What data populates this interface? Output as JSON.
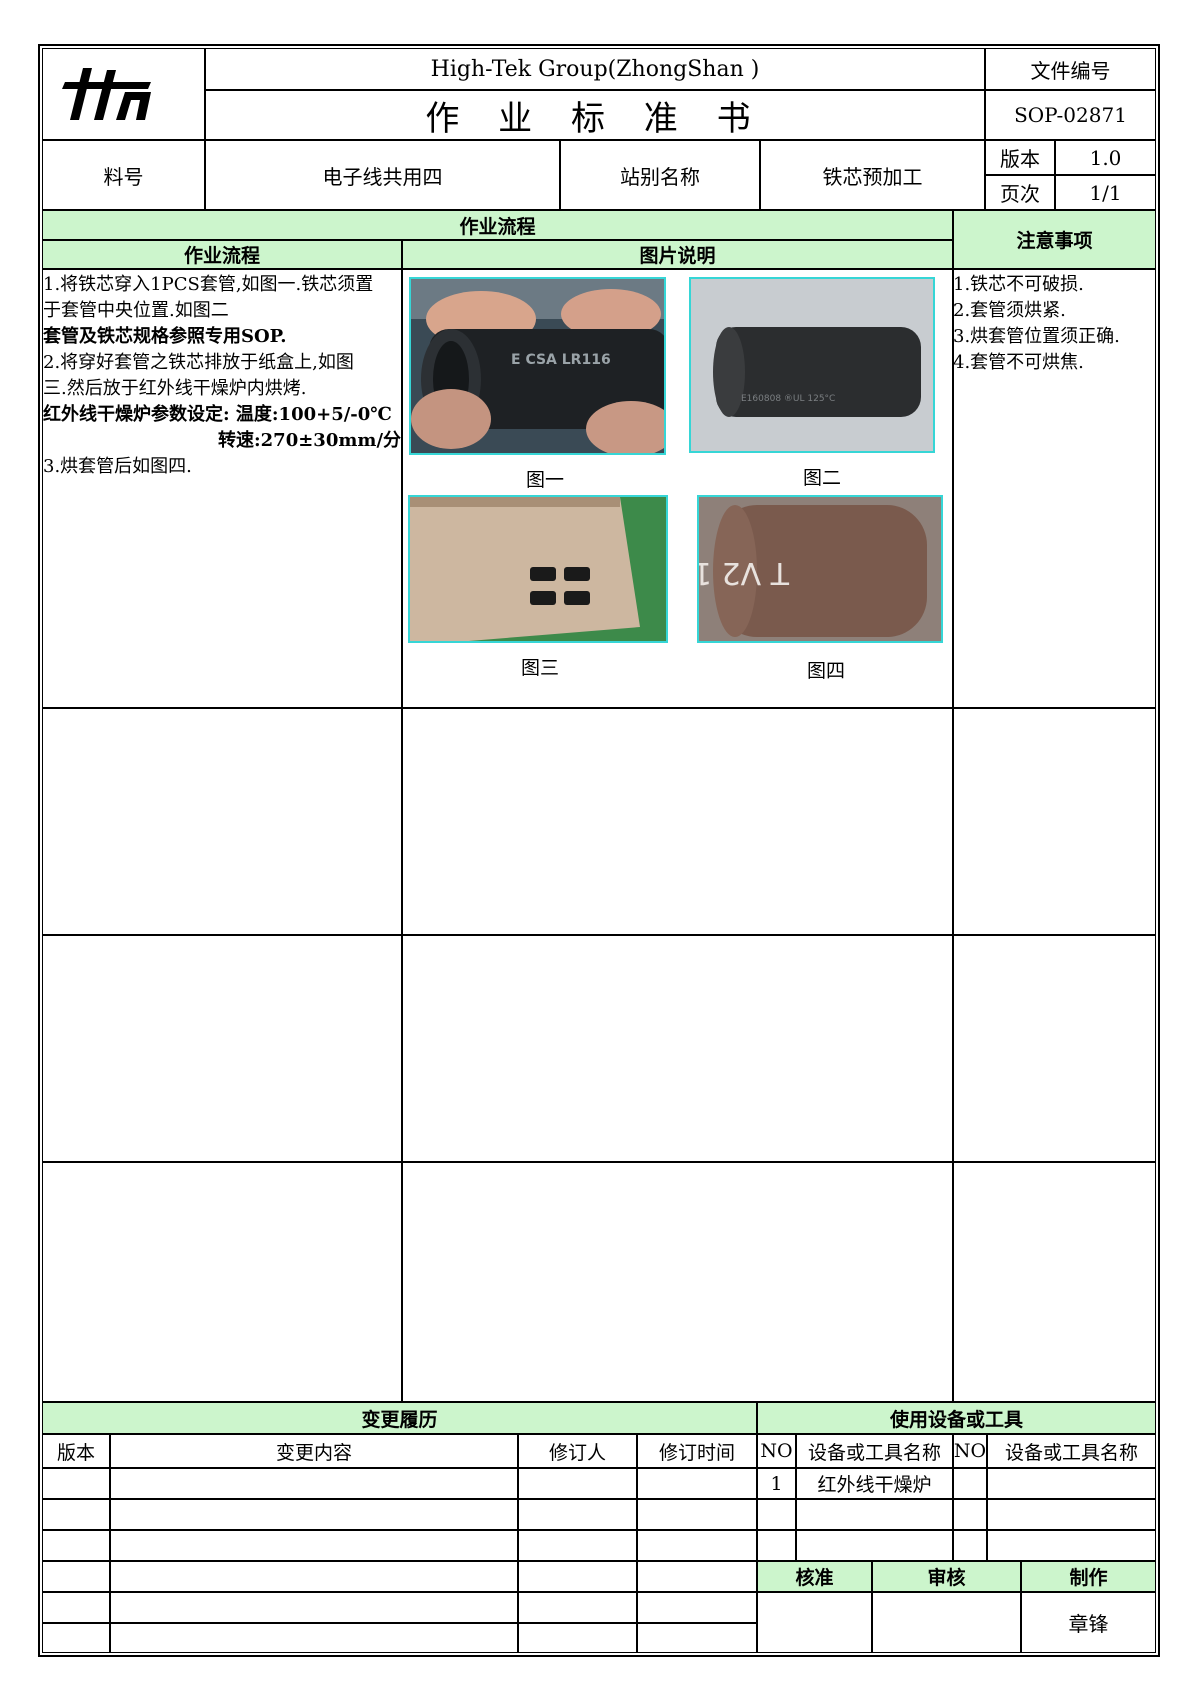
{
  "header": {
    "company": "High-Tek Group(ZhongShan )",
    "doc_title": "作 业 标 准 书",
    "doc_no_label": "文件编号",
    "doc_no": "SOP-02871",
    "part_no_label": "料号",
    "part_no": "电子线共用四",
    "station_label": "站别名称",
    "station": "铁芯预加工",
    "version_label": "版本",
    "version": "1.0",
    "page_label": "页次",
    "page": "1/1"
  },
  "process": {
    "section_title": "作业流程",
    "col_flow": "作业流程",
    "col_pictures": "图片说明",
    "notes_title": "注意事项",
    "steps": [
      "1.将铁芯穿入1PCS套管,如图一.铁芯须置",
      "于套管中央位置.如图二",
      " 套管及铁芯规格参照专用SOP.",
      "2.将穿好套管之铁芯排放于纸盒上,如图",
      "三.然后放于红外线干燥炉内烘烤.",
      " 红外线干燥炉参数设定: 温度:100+5/-0℃",
      "转速:270±30mm/分",
      "3.烘套管后如图四."
    ],
    "notes": [
      "1.铁芯不可破损.",
      "2.套管须烘紧.",
      "3.烘套管位置须正确.",
      "4.套管不可烘焦."
    ],
    "figures": {
      "fig1_caption": "图一",
      "fig2_caption": "图二",
      "fig3_caption": "图三",
      "fig4_caption": "图四",
      "fig1_print": "E  CSA  LR116",
      "fig2_print": "E160808  ®UL  125°C",
      "fig4_print": "T V2 1"
    }
  },
  "history": {
    "title": "变更履历",
    "col_version": "版本",
    "col_content": "变更内容",
    "col_reviser": "修订人",
    "col_time": "修订时间"
  },
  "equipment": {
    "title": "使用设备或工具",
    "col_no": "NO",
    "col_name": "设备或工具名称",
    "col_no2": "NO",
    "col_name2": "设备或工具名称",
    "items": [
      {
        "no": "1",
        "name": "红外线干燥炉"
      }
    ]
  },
  "signoff": {
    "approve_label": "核准",
    "review_label": "审核",
    "make_label": "制作",
    "maker": "章锋"
  },
  "colors": {
    "header_green": "#ccf5cc",
    "photo_border": "#36d6d6"
  }
}
